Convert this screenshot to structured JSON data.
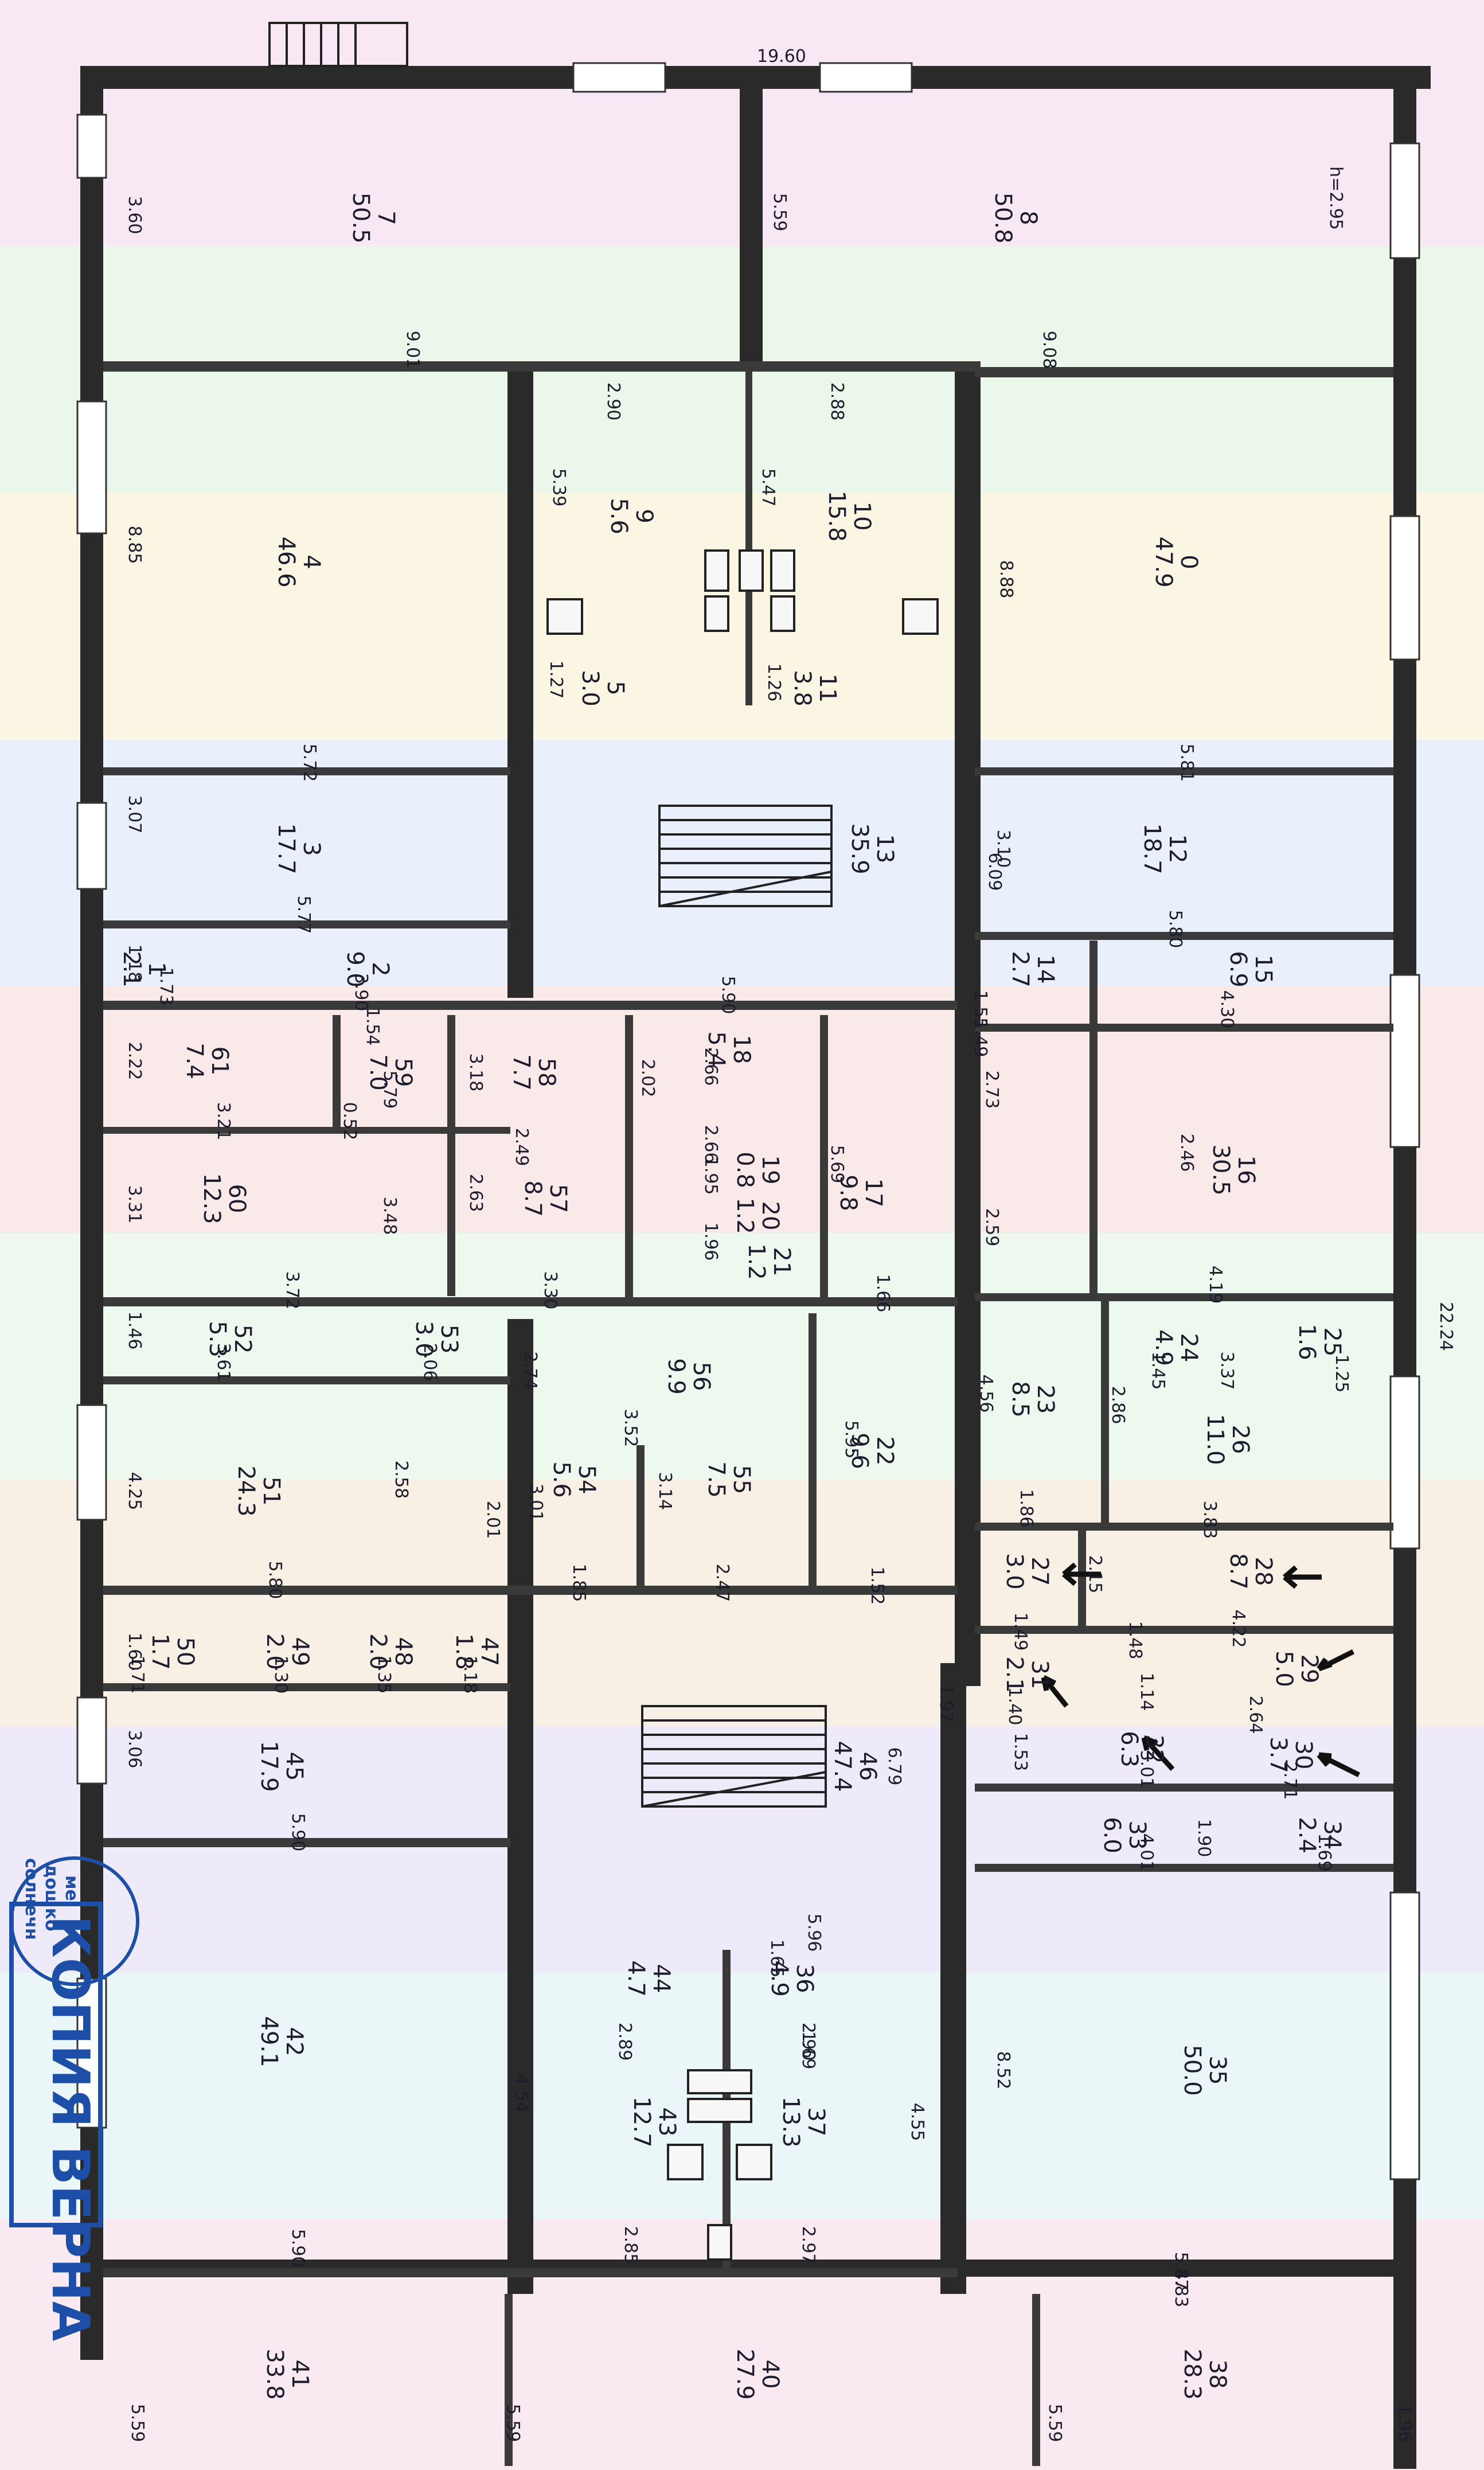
{
  "plan": {
    "total_width_label": "19.60",
    "right_dim_label": "22.24",
    "top_left_height_label": "h=2.95"
  },
  "stamp": {
    "text": "КОПИЯ ВЕРНА",
    "small_lines": [
      "солнечн",
      "дошко",
      "ме"
    ]
  },
  "colors": {
    "wall": "#2a2a2a",
    "stamp": "#1d4fa8",
    "paper": "#ffffff"
  },
  "rooms": [
    {
      "num": "7",
      "area": "50.5"
    },
    {
      "num": "8",
      "area": "50.8"
    },
    {
      "num": "4",
      "area": "46.6"
    },
    {
      "num": "9",
      "area": "5.6"
    },
    {
      "num": "10",
      "area": "15.8"
    },
    {
      "num": "5",
      "area": "3.0"
    },
    {
      "num": "11",
      "area": "3.8"
    },
    {
      "num": "0",
      "area": "47.9"
    },
    {
      "num": "3",
      "area": "17.7"
    },
    {
      "num": "13",
      "area": "35.9"
    },
    {
      "num": "12",
      "area": "18.7"
    },
    {
      "num": "1",
      "area": "2.1"
    },
    {
      "num": "2",
      "area": "9.0"
    },
    {
      "num": "14",
      "area": "2.7"
    },
    {
      "num": "15",
      "area": "6.9"
    },
    {
      "num": "61",
      "area": "7.4"
    },
    {
      "num": "59",
      "area": "7.0"
    },
    {
      "num": "58",
      "area": "7.7"
    },
    {
      "num": "18",
      "area": "5.4"
    },
    {
      "num": "16",
      "area": "30.5"
    },
    {
      "num": "60",
      "area": "12.3"
    },
    {
      "num": "57",
      "area": "8.7"
    },
    {
      "num": "17",
      "area": "9.8"
    },
    {
      "num": "19",
      "area": "0.8"
    },
    {
      "num": "20",
      "area": "1.2"
    },
    {
      "num": "21",
      "area": "1.2"
    },
    {
      "num": "52",
      "area": "5.3"
    },
    {
      "num": "53",
      "area": "3.0"
    },
    {
      "num": "56",
      "area": "9.9"
    },
    {
      "num": "23",
      "area": "8.5"
    },
    {
      "num": "24",
      "area": "4.9"
    },
    {
      "num": "25",
      "area": "1.6"
    },
    {
      "num": "51",
      "area": "24.3"
    },
    {
      "num": "22",
      "area": "9.6"
    },
    {
      "num": "26",
      "area": "11.0"
    },
    {
      "num": "54",
      "area": "5.6"
    },
    {
      "num": "55",
      "area": "7.5"
    },
    {
      "num": "27",
      "area": "3.0"
    },
    {
      "num": "28",
      "area": "8.7"
    },
    {
      "num": "50",
      "area": "1.7"
    },
    {
      "num": "49",
      "area": "2.0"
    },
    {
      "num": "48",
      "area": "2.0"
    },
    {
      "num": "47",
      "area": "1.8"
    },
    {
      "num": "46",
      "area": "47.4"
    },
    {
      "num": "29",
      "area": "5.0"
    },
    {
      "num": "31",
      "area": "2.1"
    },
    {
      "num": "32",
      "area": "6.3"
    },
    {
      "num": "30",
      "area": "3.7"
    },
    {
      "num": "45",
      "area": "17.9"
    },
    {
      "num": "33",
      "area": "6.0"
    },
    {
      "num": "34",
      "area": "2.4"
    },
    {
      "num": "42",
      "area": "49.1"
    },
    {
      "num": "44",
      "area": "4.7"
    },
    {
      "num": "36",
      "area": "4.9"
    },
    {
      "num": "35",
      "area": "50.0"
    },
    {
      "num": "43",
      "area": "12.7"
    },
    {
      "num": "37",
      "area": "13.3"
    },
    {
      "num": "41",
      "area": "33.8"
    },
    {
      "num": "40",
      "area": "27.9"
    },
    {
      "num": "38",
      "area": "28.3"
    }
  ],
  "dims": [
    "9.01",
    "9.08",
    "2.90",
    "2.88",
    "5.72",
    "5.81",
    "5.77",
    "5.80",
    "1.73",
    "3.90",
    "5.90",
    "1.55",
    "4.30",
    "1.54",
    "2.66",
    "2.66",
    "3.21",
    "0.52",
    "2.49",
    "1.49",
    "2.46",
    "1.95",
    "1.96",
    "3.72",
    "3.30",
    "1.66",
    "4.19",
    "3.61",
    "2.06",
    "3.52",
    "1.45",
    "3.37",
    "1.25",
    "2.58",
    "1.86",
    "3.83",
    "5.80",
    "1.85",
    "2.47",
    "1.52",
    "1.49",
    "4.22",
    "1.71",
    "1.30",
    "1.35",
    "1.18",
    "1.48",
    "1.40",
    "2.64",
    "1.53",
    "3.01",
    "2.71",
    "5.90",
    "4.01",
    "1.69",
    "5.96",
    "2.89",
    "2.90",
    "2.85",
    "2.97",
    "5.87",
    "4.83",
    "5.90",
    "3.60",
    "8.85",
    "3.07",
    "1.18",
    "2.22",
    "3.31",
    "1.46",
    "4.25",
    "1.60",
    "3.06",
    "5.59",
    "5.39",
    "1.27",
    "5.47",
    "1.26",
    "8.88",
    "3.10",
    "6.09",
    "3.18",
    "2.63",
    "3.48",
    "5.79",
    "2.02",
    "5.69",
    "2.73",
    "2.59",
    "4.56",
    "2.86",
    "2.74",
    "3.01",
    "3.14",
    "5.95",
    "2.01",
    "2.15",
    "6.79",
    "1.65",
    "1.69",
    "4.54",
    "4.55",
    "8.52",
    "5.59",
    "5.59",
    "5.59",
    "1.96",
    "1.97",
    "1.14",
    "1.90"
  ]
}
